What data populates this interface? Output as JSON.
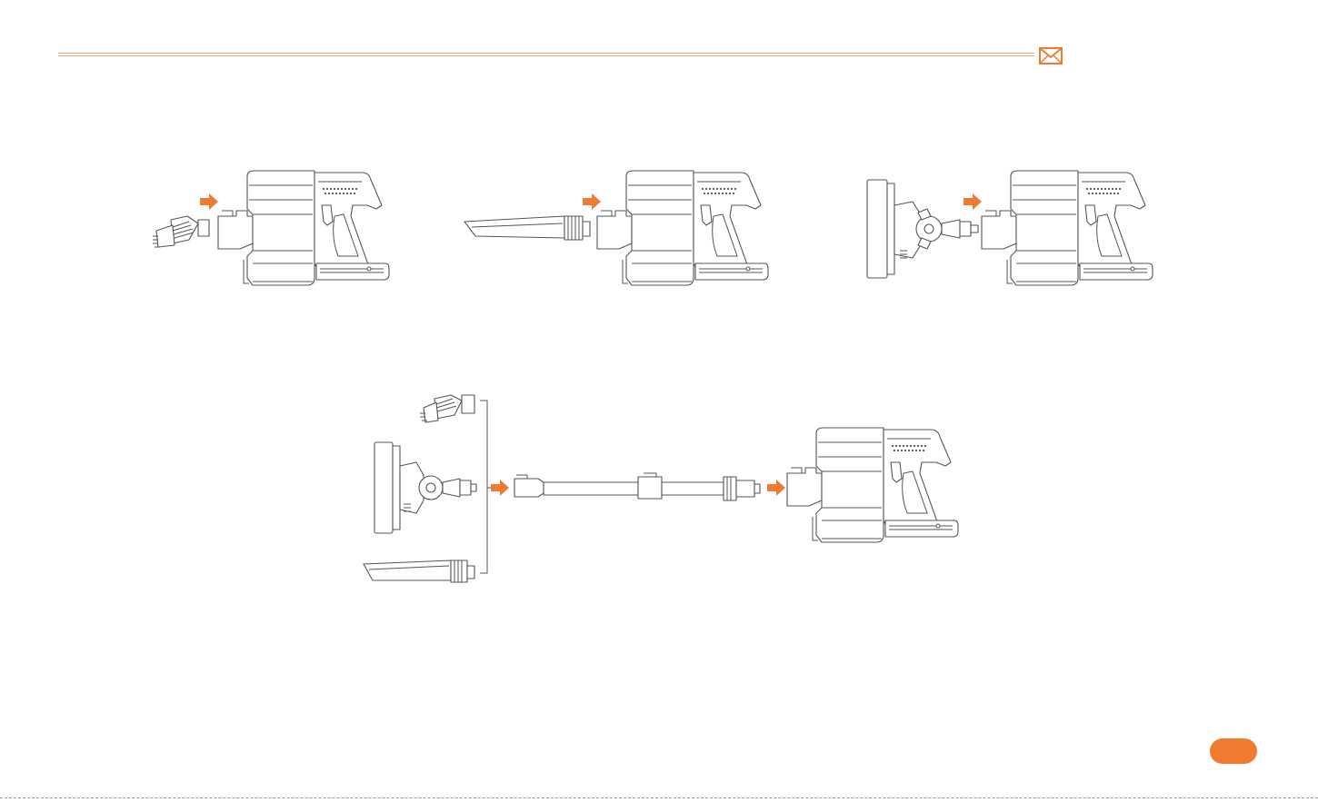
{
  "header": {
    "rule_color": "#f0a36a",
    "icon": "envelope-icon"
  },
  "accent_color": "#ee7a33",
  "figures": [
    {
      "name": "brush-attachment-to-handheld",
      "attachment": "mini-brush"
    },
    {
      "name": "crevice-tool-to-handheld",
      "attachment": "crevice-tool"
    },
    {
      "name": "floor-head-to-handheld",
      "attachment": "floor-brush-head"
    },
    {
      "name": "attachments-via-extension-tube",
      "attachment": "extension-tube"
    }
  ],
  "page_badge": {
    "color": "#f07a2e"
  }
}
